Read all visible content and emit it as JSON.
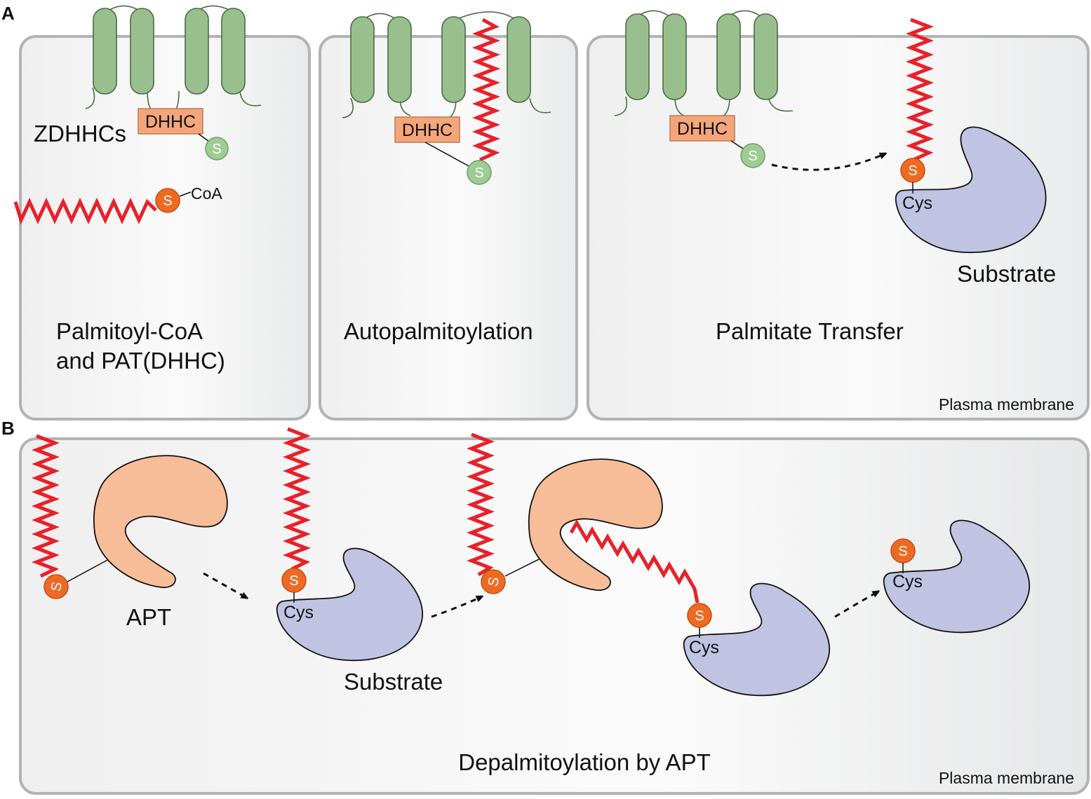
{
  "panel_a": {
    "letter": "A",
    "box1": {
      "zdhhcs_label": "ZDHHCs",
      "dhhc_label": "DHHC",
      "s_label": "S",
      "coa_s_label": "S",
      "coa_label": "CoA",
      "caption_line1": "Palmitoyl-CoA",
      "caption_line2": "and PAT(DHHC)"
    },
    "box2": {
      "dhhc_label": "DHHC",
      "s_label": "S",
      "caption": "Autopalmitoylation"
    },
    "box3": {
      "dhhc_label": "DHHC",
      "s_label": "S",
      "substrate_s_label": "S",
      "cys_label": "Cys",
      "substrate_label": "Substrate",
      "caption": "Palmitate Transfer",
      "membrane_label": "Plasma membrane"
    }
  },
  "panel_b": {
    "letter": "B",
    "apt_s_label": "S",
    "apt_label": "APT",
    "substrate1_s_label": "S",
    "substrate1_cys_label": "Cys",
    "substrate_label": "Substrate",
    "apt2_s_label": "S",
    "substrate2_s_label": "S",
    "substrate2_cys_label": "Cys",
    "substrate3_s_label": "S",
    "substrate3_cys_label": "Cys",
    "caption": "Depalmitoylation by APT",
    "membrane_label": "Plasma membrane"
  },
  "colors": {
    "box_border": "#b3b3b3",
    "helix_fill": "#9abf8e",
    "dhhc_fill": "#f4a67a",
    "sulfur_green": "#9fcb95",
    "sulfur_orange": "#ee6a23",
    "palmitate_red": "#e8202a",
    "apt_fill": "#f6bd98",
    "substrate_fill": "#c1c3e3"
  }
}
